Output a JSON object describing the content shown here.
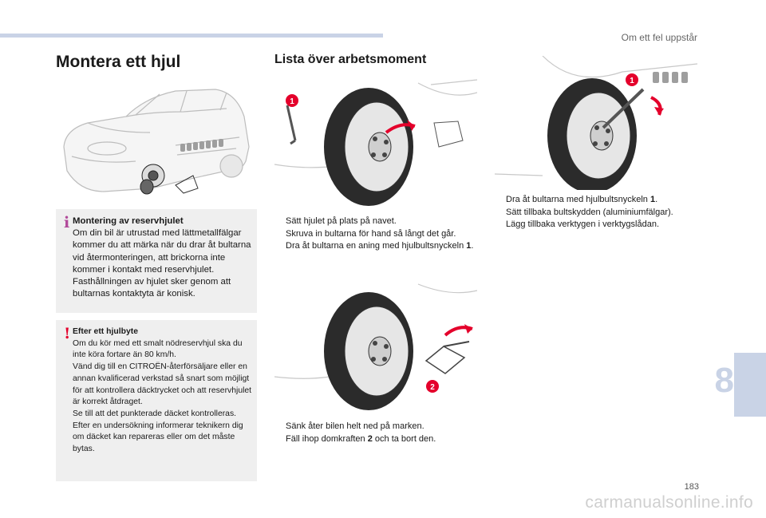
{
  "header": {
    "section_title": "Om ett fel uppstår"
  },
  "main": {
    "title": "Montera ett hjul",
    "steps_title": "Lista över arbetsmoment"
  },
  "info_boxes": [
    {
      "heading": "Montering av reservhjulet",
      "text": "Om din bil är utrustad med lättmetallfälgar kommer du att märka när du drar åt bultarna vid återmonteringen, att brickorna inte kommer i kontakt med reservhjulet. Fasthållningen av hjulet sker genom att bultarnas kontaktyta är konisk."
    },
    {
      "heading": "Efter ett hjulbyte",
      "text1": "Om du kör med ett smalt nödreservhjul ska du inte köra fortare än 80 km/h.",
      "text2": "Vänd dig till en CITROËN-återförsäljare eller en annan kvalificerad verkstad så snart som möjligt för att kontrollera däcktrycket och att reservhjulet är korrekt åtdraget.",
      "text3": "Se till att det punkterade däcket kontrolleras. Efter en undersökning informerar teknikern dig om däcket kan repareras eller om det måste bytas."
    }
  ],
  "steps_group_1": [
    {
      "text": "Sätt hjulet på plats på navet."
    },
    {
      "text": "Skruva in bultarna för hand så långt det går."
    },
    {
      "text_before": "Dra åt bultarna en aning med hjulbultsnyckeln ",
      "ref": "1",
      "text_after": "."
    }
  ],
  "steps_group_2": [
    {
      "text": "Sänk åter bilen helt ned på marken."
    },
    {
      "text_before": "Fäll ihop domkraften ",
      "ref": "2",
      "text_after": " och ta bort den."
    }
  ],
  "steps_group_3": [
    {
      "text_before": "Dra åt bultarna med hjulbultsnyckeln ",
      "ref": "1",
      "text_after": "."
    },
    {
      "text": "Sätt tillbaka bultskydden (aluminiumfälgar)."
    },
    {
      "text": "Lägg tillbaka verktygen i verktygslådan."
    }
  ],
  "callouts": {
    "wrench": "1",
    "jack": "2"
  },
  "bullet_glyph": "",
  "chapter_number": "8",
  "page_number": "183",
  "watermark": "carmanualsonline.info",
  "colors": {
    "accent_tab": "#c9d3e6",
    "info_marker": "#b1499a",
    "warning_marker": "#e4002b",
    "callout": "#e4002b",
    "arrow": "#e4002b"
  }
}
